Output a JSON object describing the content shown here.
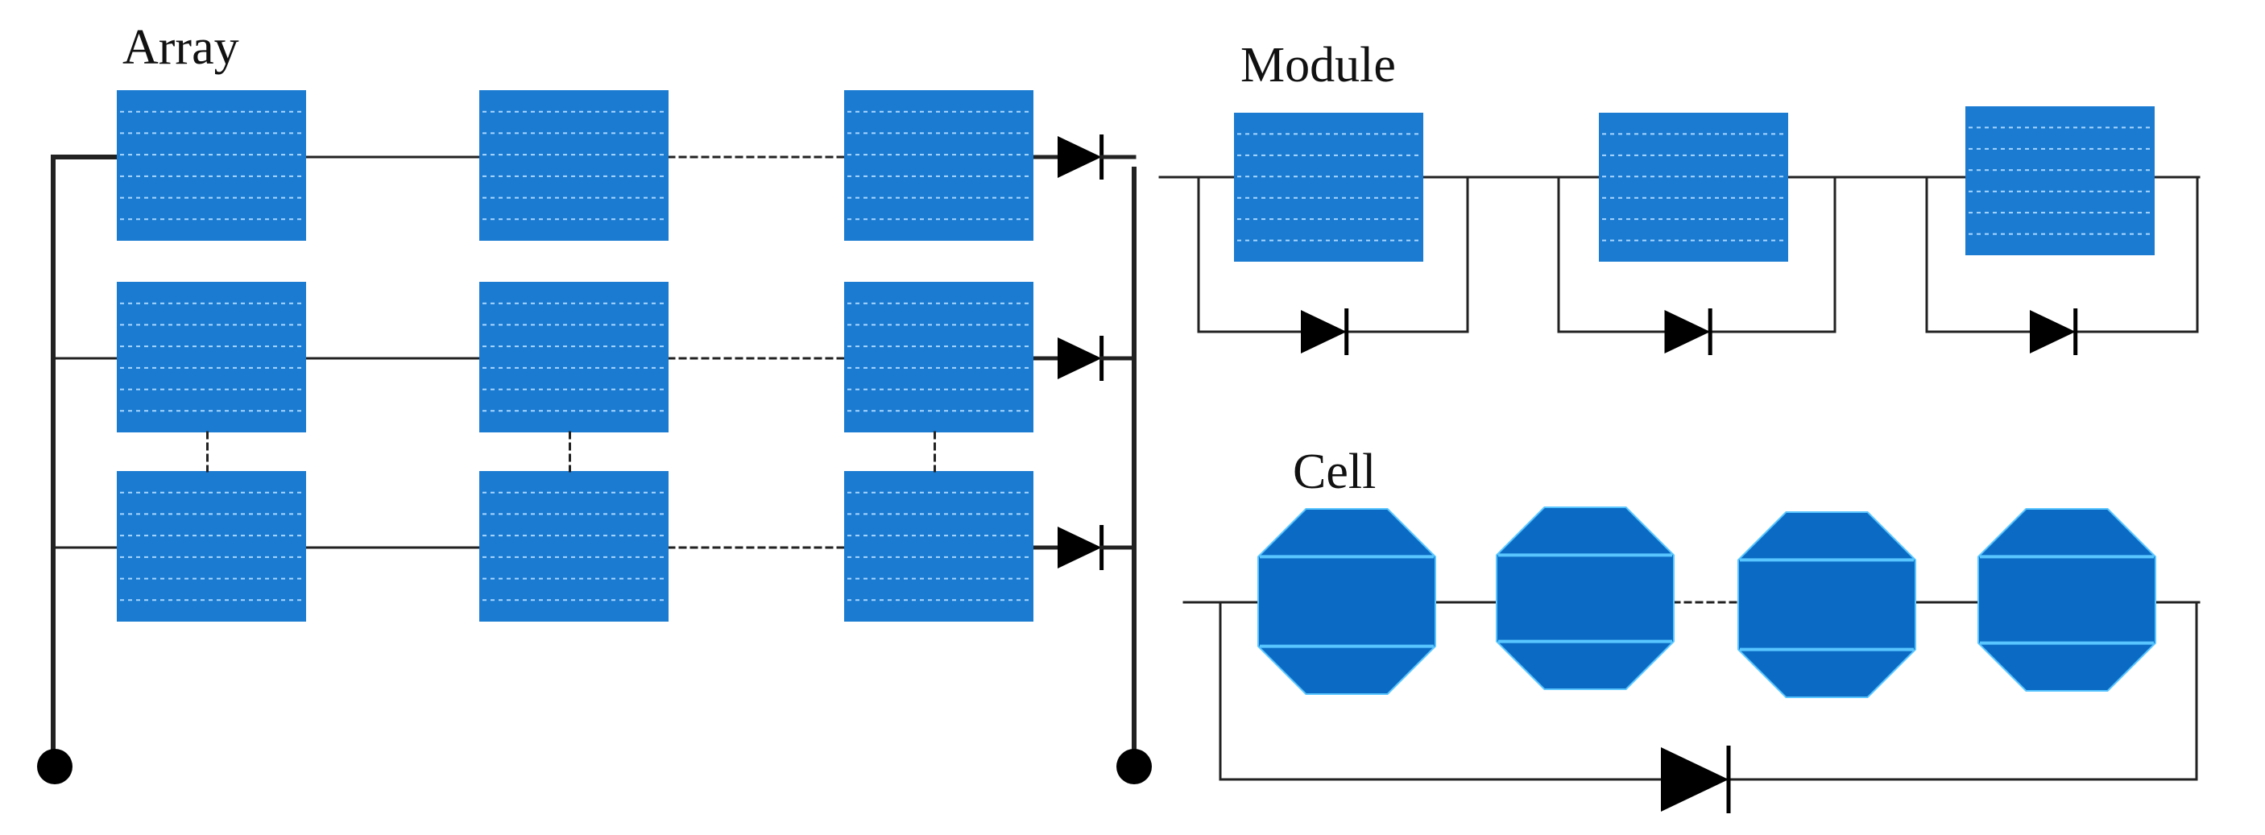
{
  "labels": {
    "array": "Array",
    "module": "Module",
    "cell": "Cell"
  },
  "array": {
    "rows": 3,
    "columns": 3,
    "bypass_diodes": 3,
    "terminals": 2
  },
  "module": {
    "panels": 3,
    "bypass_diodes": 3
  },
  "cell": {
    "cells": 4,
    "bypass_diodes": 1
  },
  "icons": {
    "panel": "solar-panel-icon",
    "cell": "solar-cell-icon",
    "diode": "diode-icon",
    "terminal": "terminal-dot-icon"
  },
  "colors": {
    "panel_fill": "#1a7bd1",
    "panel_grid": "#a9d7ff",
    "cell_fill": "#0b6bc4",
    "cell_edge": "#59c6ff",
    "wire": "#222222",
    "diode": "#000000"
  }
}
